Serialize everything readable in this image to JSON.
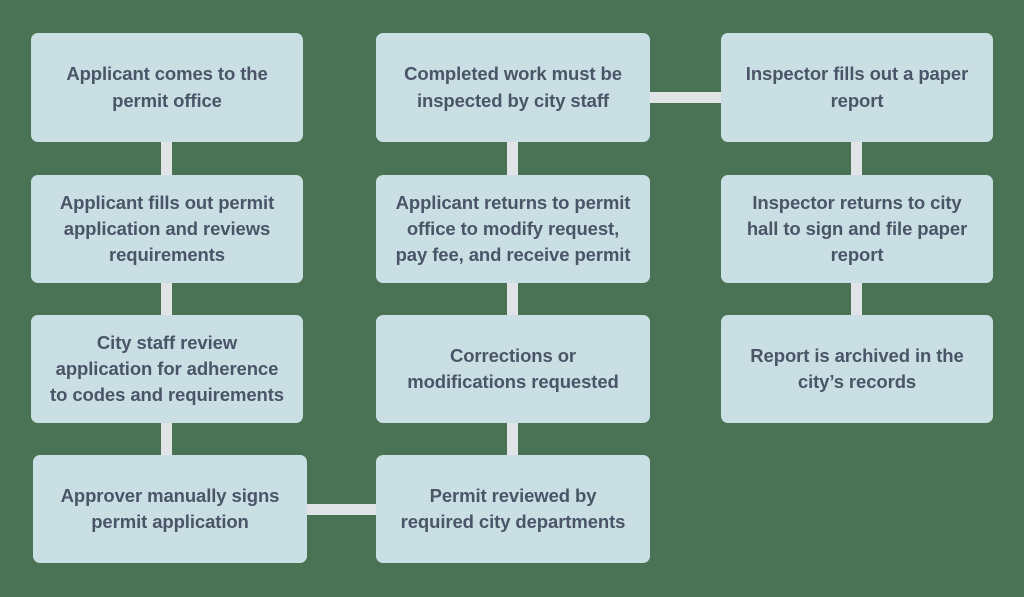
{
  "diagram": {
    "title": "Permit application and inspection process flowchart",
    "background_color": "#4a7254",
    "node_fill_color": "#cadfe4",
    "node_text_color": "#4a5568",
    "connector_color": "#e1e3e6",
    "columns": [
      {
        "id": "column-1",
        "nodes": [
          {
            "id": "node-1",
            "text": "Applicant comes to the permit office"
          },
          {
            "id": "node-2",
            "text": "Applicant fills out permit application and reviews requirements"
          },
          {
            "id": "node-3",
            "text": "City staff review application for adherence to codes and requirements"
          },
          {
            "id": "node-4",
            "text": "Approver manually signs permit application"
          }
        ]
      },
      {
        "id": "column-2",
        "nodes": [
          {
            "id": "node-5",
            "text": "Completed work must be inspected by city staff"
          },
          {
            "id": "node-6",
            "text": "Applicant returns to permit office to modify request, pay fee, and receive permit"
          },
          {
            "id": "node-7",
            "text": "Corrections or modifications requested"
          },
          {
            "id": "node-8",
            "text": "Permit reviewed by required city departments"
          }
        ]
      },
      {
        "id": "column-3",
        "nodes": [
          {
            "id": "node-9",
            "text": "Inspector fills out a paper report"
          },
          {
            "id": "node-10",
            "text": "Inspector returns to city hall to sign and file paper report"
          },
          {
            "id": "node-11",
            "text": "Report is archived in the city’s records"
          }
        ]
      }
    ],
    "connectors": [
      {
        "id": "connector-1-2",
        "orientation": "vertical",
        "from": "node-1",
        "to": "node-2"
      },
      {
        "id": "connector-2-3",
        "orientation": "vertical",
        "from": "node-2",
        "to": "node-3"
      },
      {
        "id": "connector-3-4",
        "orientation": "vertical",
        "from": "node-3",
        "to": "node-4"
      },
      {
        "id": "connector-4-8",
        "orientation": "horizontal",
        "from": "node-4",
        "to": "node-8"
      },
      {
        "id": "connector-8-7",
        "orientation": "vertical",
        "from": "node-8",
        "to": "node-7"
      },
      {
        "id": "connector-7-6",
        "orientation": "vertical",
        "from": "node-7",
        "to": "node-6"
      },
      {
        "id": "connector-6-5",
        "orientation": "vertical",
        "from": "node-6",
        "to": "node-5"
      },
      {
        "id": "connector-5-9",
        "orientation": "horizontal",
        "from": "node-5",
        "to": "node-9"
      },
      {
        "id": "connector-9-10",
        "orientation": "vertical",
        "from": "node-9",
        "to": "node-10"
      },
      {
        "id": "connector-10-11",
        "orientation": "vertical",
        "from": "node-10",
        "to": "node-11"
      }
    ]
  }
}
